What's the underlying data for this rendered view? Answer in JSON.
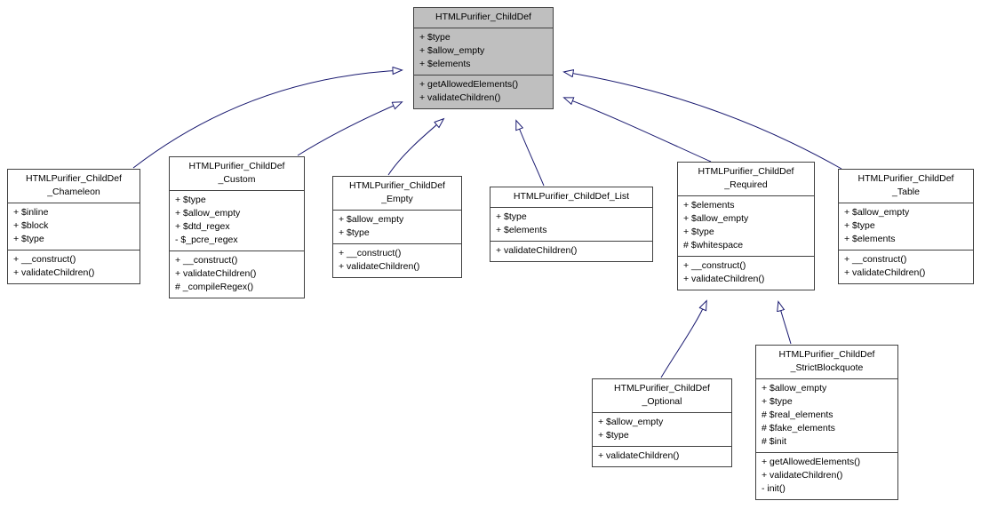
{
  "colors": {
    "edge": "#191970",
    "border": "#404040",
    "box_fill": "#ffffff",
    "highlight_fill": "#bfbfbf"
  },
  "classes": [
    {
      "id": "base",
      "name": "HTMLPurifier_ChildDef",
      "name_lines": [
        "HTMLPurifier_ChildDef"
      ],
      "highlighted": true,
      "attributes": [
        "+ $type",
        "+ $allow_empty",
        "+ $elements"
      ],
      "methods": [
        "+ getAllowedElements()",
        "+ validateChildren()"
      ]
    },
    {
      "id": "chameleon",
      "name": "HTMLPurifier_ChildDef_Chameleon",
      "name_lines": [
        "HTMLPurifier_ChildDef",
        "_Chameleon"
      ],
      "highlighted": false,
      "attributes": [
        "+ $inline",
        "+ $block",
        "+ $type"
      ],
      "methods": [
        "+ __construct()",
        "+ validateChildren()"
      ]
    },
    {
      "id": "custom",
      "name": "HTMLPurifier_ChildDef_Custom",
      "name_lines": [
        "HTMLPurifier_ChildDef",
        "_Custom"
      ],
      "highlighted": false,
      "attributes": [
        "+ $type",
        "+ $allow_empty",
        "+ $dtd_regex",
        "- $_pcre_regex"
      ],
      "methods": [
        "+ __construct()",
        "+ validateChildren()",
        "# _compileRegex()"
      ]
    },
    {
      "id": "empty",
      "name": "HTMLPurifier_ChildDef_Empty",
      "name_lines": [
        "HTMLPurifier_ChildDef",
        "_Empty"
      ],
      "highlighted": false,
      "attributes": [
        "+ $allow_empty",
        "+ $type"
      ],
      "methods": [
        "+ __construct()",
        "+ validateChildren()"
      ]
    },
    {
      "id": "list",
      "name": "HTMLPurifier_ChildDef_List",
      "name_lines": [
        "HTMLPurifier_ChildDef_List"
      ],
      "highlighted": false,
      "attributes": [
        "+ $type",
        "+ $elements"
      ],
      "methods": [
        "+ validateChildren()"
      ]
    },
    {
      "id": "required",
      "name": "HTMLPurifier_ChildDef_Required",
      "name_lines": [
        "HTMLPurifier_ChildDef",
        "_Required"
      ],
      "highlighted": false,
      "attributes": [
        "+ $elements",
        "+ $allow_empty",
        "+ $type",
        "# $whitespace"
      ],
      "methods": [
        "+ __construct()",
        "+ validateChildren()"
      ]
    },
    {
      "id": "table",
      "name": "HTMLPurifier_ChildDef_Table",
      "name_lines": [
        "HTMLPurifier_ChildDef",
        "_Table"
      ],
      "highlighted": false,
      "attributes": [
        "+ $allow_empty",
        "+ $type",
        "+ $elements"
      ],
      "methods": [
        "+ __construct()",
        "+ validateChildren()"
      ]
    },
    {
      "id": "optional",
      "name": "HTMLPurifier_ChildDef_Optional",
      "name_lines": [
        "HTMLPurifier_ChildDef",
        "_Optional"
      ],
      "highlighted": false,
      "attributes": [
        "+ $allow_empty",
        "+ $type"
      ],
      "methods": [
        "+ validateChildren()"
      ]
    },
    {
      "id": "strictblockquote",
      "name": "HTMLPurifier_ChildDef_StrictBlockquote",
      "name_lines": [
        "HTMLPurifier_ChildDef",
        "_StrictBlockquote"
      ],
      "highlighted": false,
      "attributes": [
        "+ $allow_empty",
        "+ $type",
        "# $real_elements",
        "# $fake_elements",
        "# $init"
      ],
      "methods": [
        "+ getAllowedElements()",
        "+ validateChildren()",
        "- init()"
      ]
    }
  ],
  "edges": [
    {
      "from": "chameleon",
      "to": "base",
      "type": "inheritance"
    },
    {
      "from": "custom",
      "to": "base",
      "type": "inheritance"
    },
    {
      "from": "empty",
      "to": "base",
      "type": "inheritance"
    },
    {
      "from": "list",
      "to": "base",
      "type": "inheritance"
    },
    {
      "from": "required",
      "to": "base",
      "type": "inheritance"
    },
    {
      "from": "table",
      "to": "base",
      "type": "inheritance"
    },
    {
      "from": "optional",
      "to": "required",
      "type": "inheritance"
    },
    {
      "from": "strictblockquote",
      "to": "required",
      "type": "inheritance"
    }
  ]
}
